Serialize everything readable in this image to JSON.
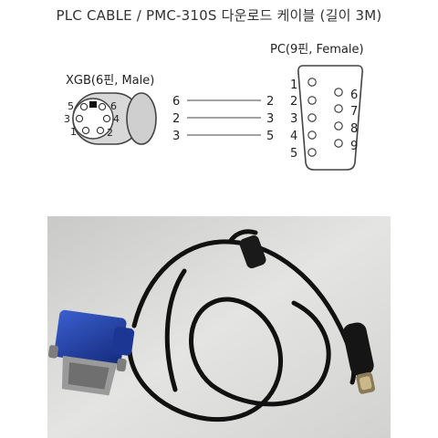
{
  "title": "PLC CABLE / PMC-310S 다운로드 케이블 (길이 3M)",
  "xgb": {
    "label": "XGB(6핀, Male)",
    "pins_left": [
      "5",
      "3",
      "1"
    ],
    "pins_right": [
      "6",
      "4",
      "2"
    ]
  },
  "pc": {
    "label": "PC(9핀, Female)",
    "pins_left": [
      "1",
      "2",
      "3",
      "4",
      "5"
    ],
    "pins_right": [
      "6",
      "7",
      "8",
      "9"
    ]
  },
  "wiring": [
    {
      "from": "6",
      "to": "2"
    },
    {
      "from": "2",
      "to": "3"
    },
    {
      "from": "3",
      "to": "5"
    }
  ],
  "colors": {
    "line": "#444444",
    "connector_fill": "#d6d6d6",
    "cable": "#111111",
    "db9_blue": "#1f3fa8"
  },
  "photo": {
    "description_icon": "cable-photo"
  }
}
